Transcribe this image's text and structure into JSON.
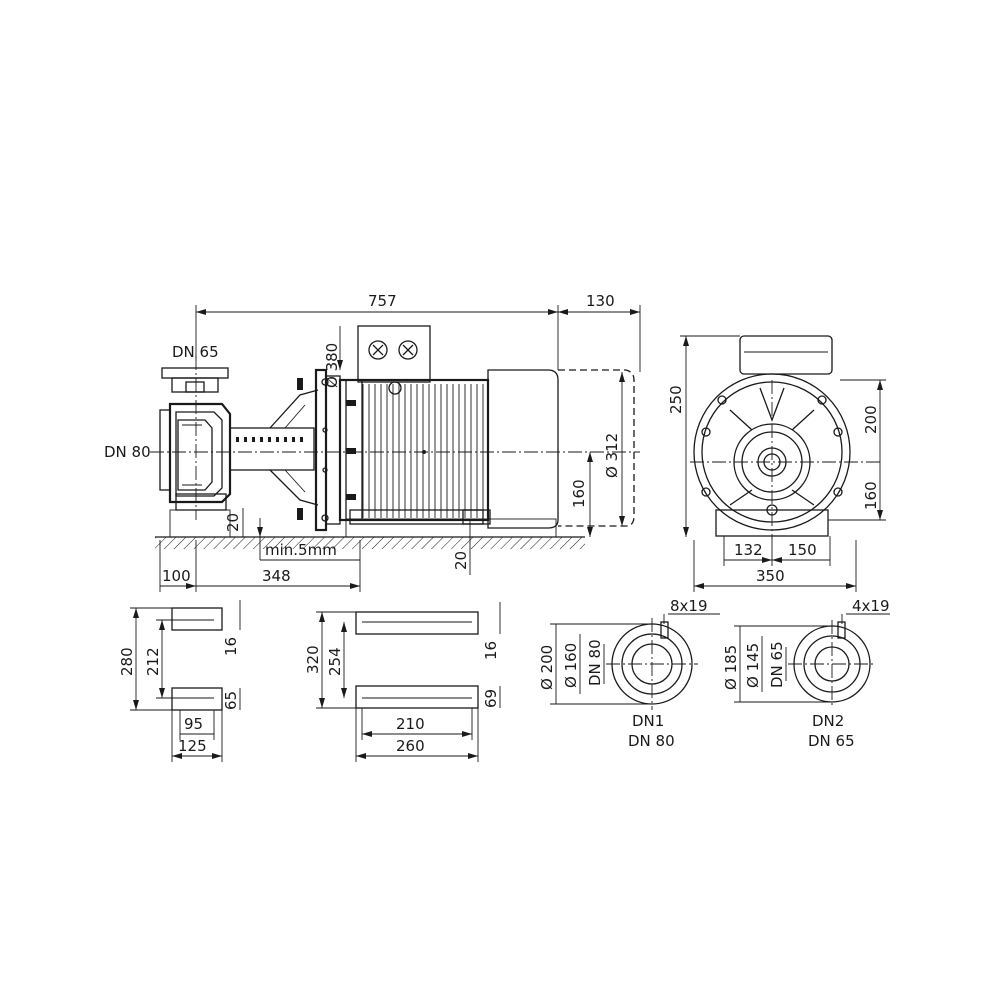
{
  "drawing": {
    "side_view": {
      "overall_length": "757",
      "fan_hood": "130",
      "motor_flange_dia": "Ø 380",
      "motor_dia": "Ø 312",
      "shaft_height": "160",
      "discharge": "DN 65",
      "suction": "DN 80",
      "foot_height": "20",
      "gap": "min.5mm",
      "baseplate_height": "20",
      "offset": "100",
      "pump_length": "348"
    },
    "end_view": {
      "height_250": "250",
      "height_200": "200",
      "height_160": "160",
      "width_132": "132",
      "width_150": "150",
      "width_350": "350"
    },
    "pump_feet": {
      "h_280": "280",
      "h_212": "212",
      "h_16": "16",
      "h_65": "65",
      "w_95": "95",
      "w_125": "125"
    },
    "motor_feet": {
      "h_320": "320",
      "h_254": "254",
      "h_16": "16",
      "h_69": "69",
      "w_210": "210",
      "w_260": "260"
    },
    "flange_dn1": {
      "bolts": "8x19",
      "outer": "Ø 200",
      "pcd": "Ø 160",
      "bore": "DN 80",
      "name": "DN1",
      "size": "DN 80"
    },
    "flange_dn2": {
      "bolts": "4x19",
      "outer": "Ø 185",
      "pcd": "Ø 145",
      "bore": "DN 65",
      "name": "DN2",
      "size": "DN 65"
    }
  }
}
